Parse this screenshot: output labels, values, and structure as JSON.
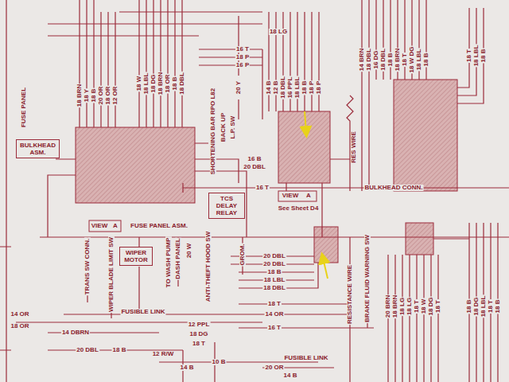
{
  "diagram": {
    "nodes": [
      {
        "text": [
          "BULKHEAD ASM."
        ]
      },
      {
        "text": [
          "WIPER MOTOR"
        ]
      },
      {
        "text": [
          "TCS DELAY RELAY"
        ]
      }
    ],
    "labels": [
      "FUSE PANEL",
      "18 BRN",
      "18 Y",
      "18 B",
      "20 OR",
      "18 OR",
      "12 OR",
      "18 W",
      "18 LBL",
      "18 DG",
      "18 BRN",
      "18 OR",
      "18 B",
      "18 DBL",
      "18 LG",
      "16 T",
      "18 P",
      "16 P",
      "20 Y",
      "14 B",
      "12 B",
      "18 DBL",
      "16 PPL",
      "18 LBL",
      "18 B",
      "18 P",
      "18 P",
      "14 BRN",
      "18 DBL",
      "16 DG",
      "18 DBL",
      "18 B",
      "18 BRN",
      "18 T",
      "18 W DG",
      "18 LBL",
      "18 B",
      "18 T",
      "18 LBL",
      "18 B",
      "RES WIRE",
      "SHORTENING BAR RPO L82",
      "BACK UP",
      "L.P. SW",
      "16 B",
      "20 DBL",
      "16 T",
      "VIEW",
      "A",
      "BULKHEAD CONN.",
      "See Sheet D4",
      "VIEW",
      "A",
      "FUSE PANEL ASM.",
      "TRANS SW CONN.",
      "WIPER BLADE LIMIT SW",
      "TO WASH PUMP",
      "DASH PANEL",
      "ANTI-THEFT HOOD SW",
      "GROM.",
      "20 W",
      "20 DBL",
      "20 DBL",
      "18 B",
      "18 LBL",
      "18 DBL",
      "18 T",
      "14 OR",
      "16 T",
      "RESISTANCE WIRE",
      "BRAKE FLUID WARNING SW",
      "20 BRN",
      "18 BRN",
      "18 LG",
      "18 LG",
      "18 T",
      "18 W",
      "18 DG",
      "18 T",
      "18 B",
      "18 DG",
      "18 LBL",
      "18 T",
      "18 B",
      "14 OR",
      "18 OR",
      "14 DBRN",
      "20 DBL",
      "18 B",
      "FUSIBLE LINK",
      "12 R/W",
      "12 PPL",
      "18 DG",
      "18 T",
      "14 B",
      "10 B",
      "20 OR",
      "FUSIBLE LINK",
      "14 B"
    ]
  }
}
